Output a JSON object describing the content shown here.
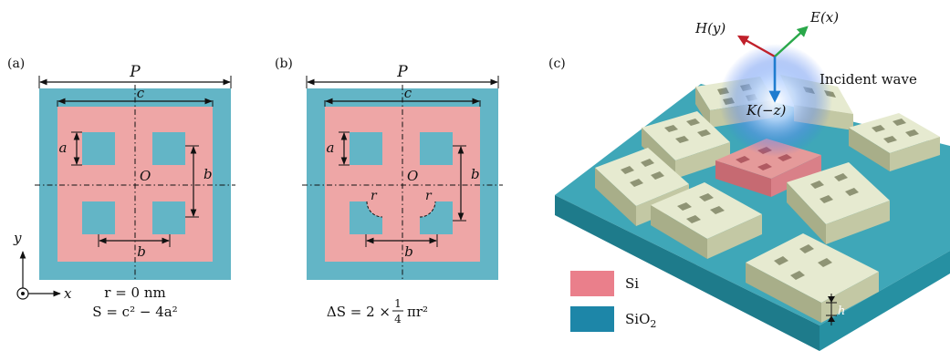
{
  "colors": {
    "substrate": "#63b5c6",
    "silicon": "#eea6a6",
    "hole": "#63b5c6",
    "legend_si": "#ea7f8b",
    "legend_sio2": "#1d86a8",
    "block_top": "#e6ead0",
    "block_side": "#b7bd97",
    "base_top": "#3fa7b8",
    "base_side": "#1e7b8b",
    "h_arrow": "#c0202a",
    "e_arrow": "#2aa84a",
    "k_arrow": "#1f7ccf"
  },
  "panel_a": {
    "label": "(a)",
    "P": "P",
    "c": "c",
    "a": "a",
    "O": "O",
    "b_vertical": "b",
    "b_horizontal": "b",
    "axis_y": "y",
    "axis_x": "x",
    "r_value": "r = 0 nm",
    "area_formula": "S = c² − 4a²"
  },
  "panel_b": {
    "label": "(b)",
    "P": "P",
    "c": "c",
    "a": "a",
    "O": "O",
    "b_vertical": "b",
    "b_horizontal": "b",
    "r_left": "r",
    "r_right": "r",
    "delta_prefix": "ΔS = 2 ×",
    "frac_num": "1",
    "frac_den": "4",
    "delta_suffix": "πr²"
  },
  "panel_c": {
    "label": "(c)",
    "H_label": "H(y)",
    "E_label": "E(x)",
    "K_label": "K(−z)",
    "incident_label": "Incident wave",
    "legend_si": "Si",
    "legend_sio2_main": "SiO",
    "legend_sio2_sub": "2",
    "h_label": "h"
  }
}
